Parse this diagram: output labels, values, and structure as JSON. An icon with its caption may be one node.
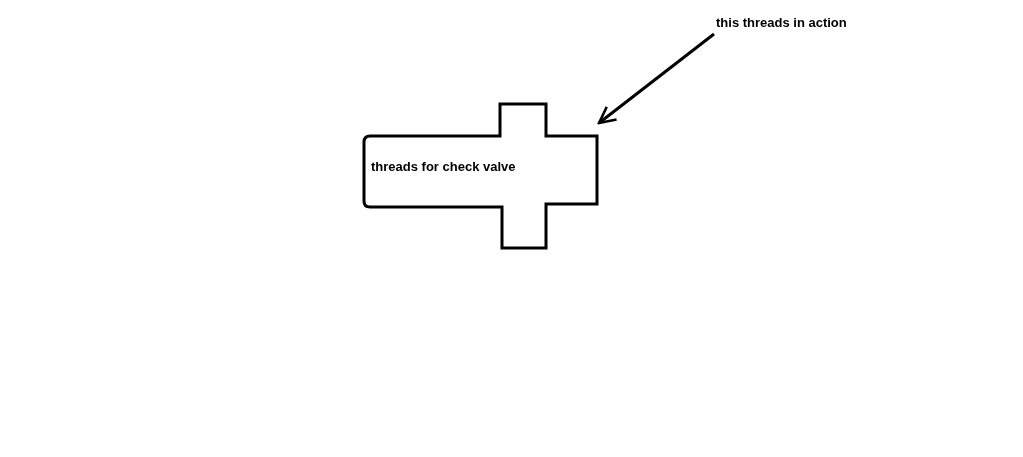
{
  "diagram": {
    "nodes": [
      {
        "text": [
          "threads for check valve"
        ]
      },
      {
        "text": [
          "this threads in action"
        ]
      }
    ],
    "edges": [
      {
        "from": 1,
        "to": 0,
        "arrow": "to"
      }
    ]
  }
}
